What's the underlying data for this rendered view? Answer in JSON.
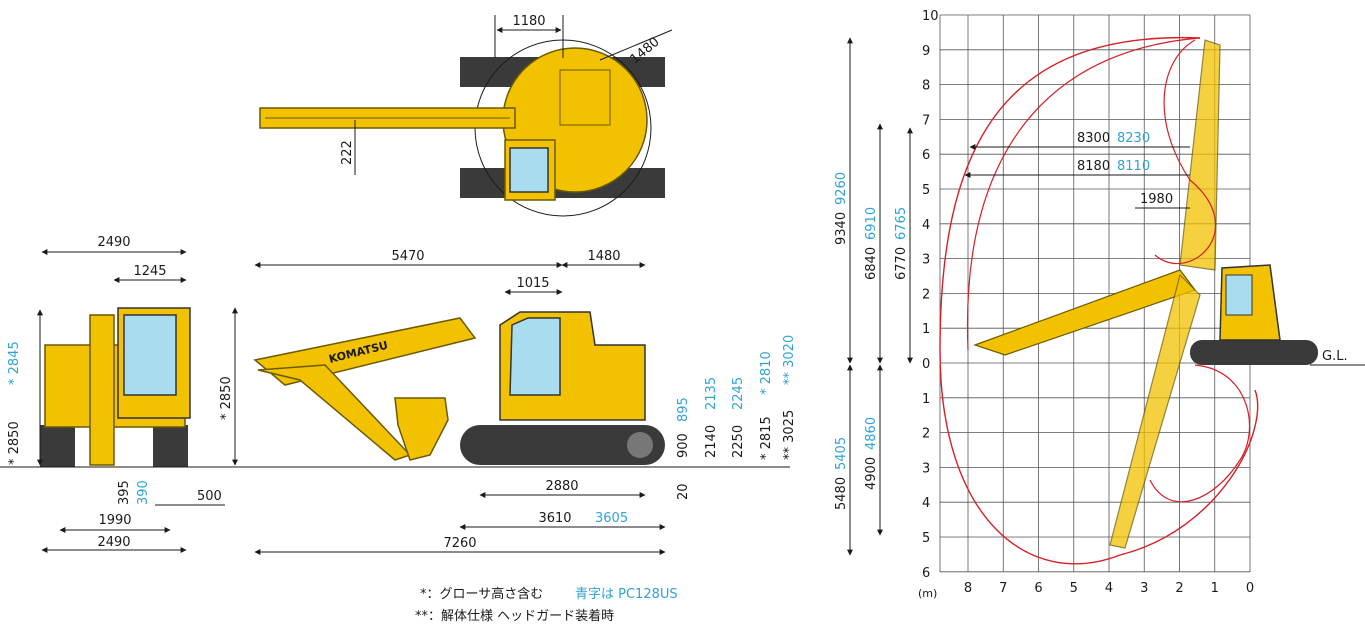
{
  "colors": {
    "machine": "#f2c200",
    "machine_dark": "#caa000",
    "track": "#3a3a3a",
    "cab_glass": "#a8dcef",
    "blue_text": "#2ea3d8",
    "curve": "#d61f26"
  },
  "brand": "KOMATSU",
  "top_view": {
    "d1": "1180",
    "d2": "1480",
    "d3": "222"
  },
  "front_view": {
    "w_top": "2490",
    "w_half": "1245",
    "h_left": "* 2850",
    "h_left_blue": "* 2845",
    "d_395": "395",
    "d_390": "390",
    "d_500": "500",
    "w_1990": "1990",
    "w_bottom": "2490"
  },
  "side_view": {
    "d_5470": "5470",
    "d_1480": "1480",
    "d_1015": "1015",
    "h_2850": "* 2850",
    "h_900": "900",
    "h_895": "895",
    "h_2140": "2140",
    "h_2135": "2135",
    "h_2250": "2250",
    "h_2245": "2245",
    "h_2815": "* 2815",
    "h_2810": "* 2810",
    "h_3025": "** 3025",
    "h_3020": "** 3020",
    "d_2880": "2880",
    "d_20": "20",
    "d_3610": "3610",
    "d_3605": "3605",
    "d_7260": "7260"
  },
  "notes": {
    "note1": "*：グローサ高さ含む",
    "note1_blue": "青字は PC128US",
    "note2": "**：解体仕様 ヘッドガード装着時"
  },
  "range_chart": {
    "y_labels_top": [
      "10",
      "9",
      "8",
      "7",
      "6",
      "5",
      "4",
      "3",
      "2",
      "1",
      "0"
    ],
    "y_labels_bottom": [
      "1",
      "2",
      "3",
      "4",
      "5",
      "6"
    ],
    "x_labels": [
      "8",
      "7",
      "6",
      "5",
      "4",
      "3",
      "2",
      "1",
      "0"
    ],
    "unit": "(m)",
    "gl": "G.L.",
    "r_8300": "8300",
    "r_8230": "8230",
    "r_8180": "8180",
    "r_8110": "8110",
    "r_1980": "1980",
    "v_9340": "9340",
    "v_9260": "9260",
    "v_6840": "6840",
    "v_6910": "6910",
    "v_6770": "6770",
    "v_6765": "6765",
    "v_5480": "5480",
    "v_5405": "5405",
    "v_4900": "4900",
    "v_4860": "4860"
  }
}
